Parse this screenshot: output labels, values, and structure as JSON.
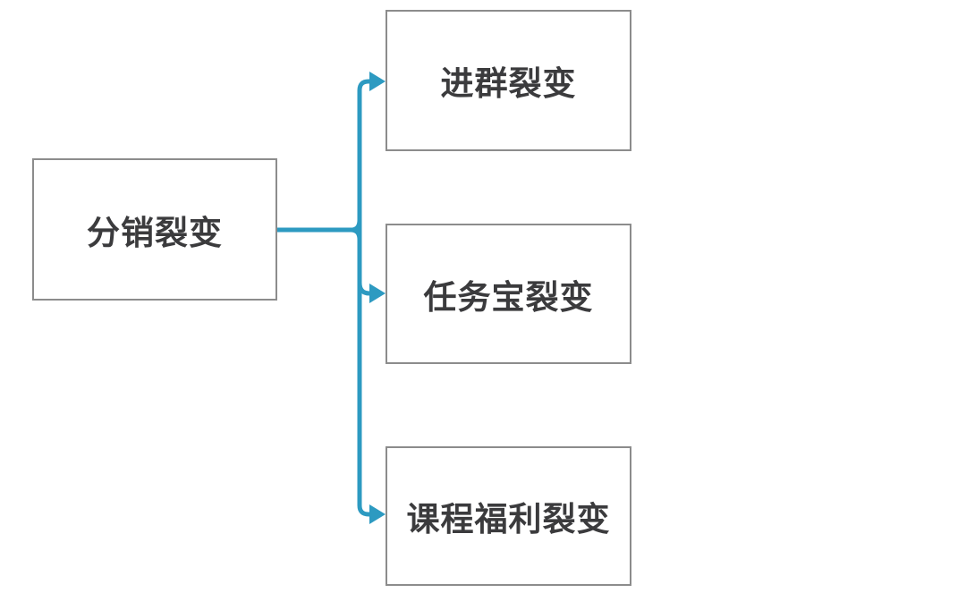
{
  "diagram": {
    "root": {
      "label": "分销裂变"
    },
    "children": [
      {
        "label": "进群裂变"
      },
      {
        "label": "任务宝裂变"
      },
      {
        "label": "课程福利裂变"
      }
    ],
    "colors": {
      "connector": "#2d9ac1",
      "box_border": "#8c8c8c",
      "text": "#3b3b3d",
      "background": "#ffffff"
    }
  }
}
